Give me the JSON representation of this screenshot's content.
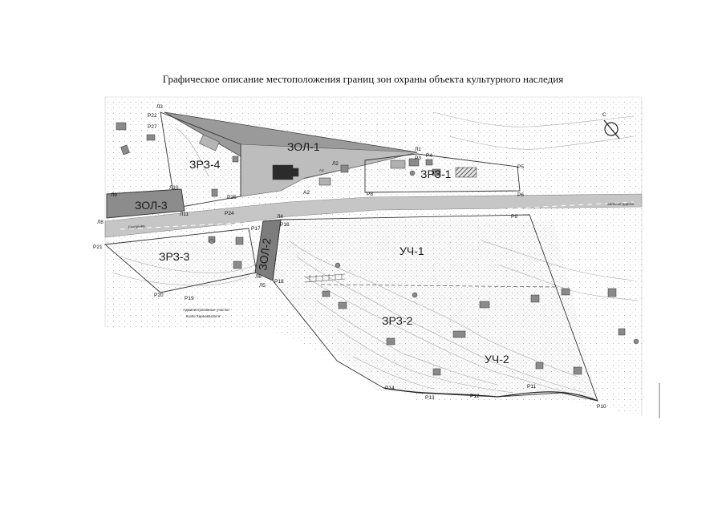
{
  "title": "Графическое описание местоположения границ зон охраны объекта культурного наследия",
  "compass_letter": "С",
  "zones": {
    "zol1": "ЗОЛ-1",
    "zol2": "ЗОЛ-2",
    "zol3": "ЗОЛ-3",
    "zrz1": "ЗРЗ-1",
    "zrz2": "ЗРЗ-2",
    "zrz3": "ЗРЗ-3",
    "zrz4": "ЗРЗ-4",
    "uch1": "УЧ-1",
    "uch2": "УЧ-2"
  },
  "points": {
    "l1": "Л1",
    "l2": "Л2",
    "l3": "Л3",
    "l4": "Л4",
    "l5": "Л5",
    "l6": "Л6",
    "l8": "Л8",
    "l9": "Л9",
    "l10": "Л10",
    "l11": "Л11",
    "p3": "Р3",
    "p4": "Р4",
    "p5": "Р5",
    "p6": "Р6",
    "p8": "Р8",
    "p9": "Р9",
    "p10": "Р10",
    "p11": "Р11",
    "p12": "Р12",
    "p13": "Р13",
    "p14": "Р14",
    "p16": "Р16",
    "p17": "Р17",
    "p18": "Р18",
    "p19": "Р19",
    "p20": "Р20",
    "p21": "Р21",
    "p22": "Р22",
    "p24": "Р24",
    "p25": "Р25",
    "p27": "Р27",
    "a2": "А2",
    "a3": "А3"
  },
  "road_left": "Сестрыва",
  "road_right": "Залесье дорога",
  "caption_line1": "Административные участки",
  "caption_line2": "возле Кирьявалахти"
}
